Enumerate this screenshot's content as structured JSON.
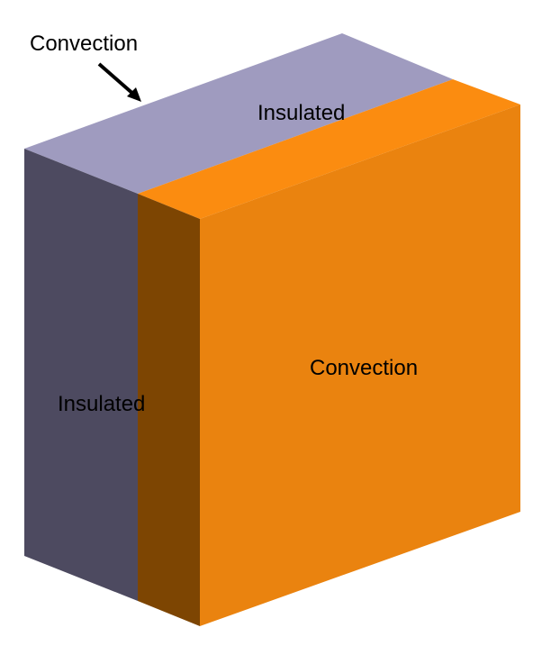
{
  "labels": {
    "top_left_convection": "Convection",
    "top_insulated": "Insulated",
    "front_convection": "Convection",
    "left_insulated": "Insulated"
  },
  "colors": {
    "top_face": "#9f9bbf",
    "top_strip": "#fb8c10",
    "left_face": "#4d4a60",
    "side_strip": "#7d4502",
    "front_face": "#ea830f",
    "arrow": "#000000"
  }
}
